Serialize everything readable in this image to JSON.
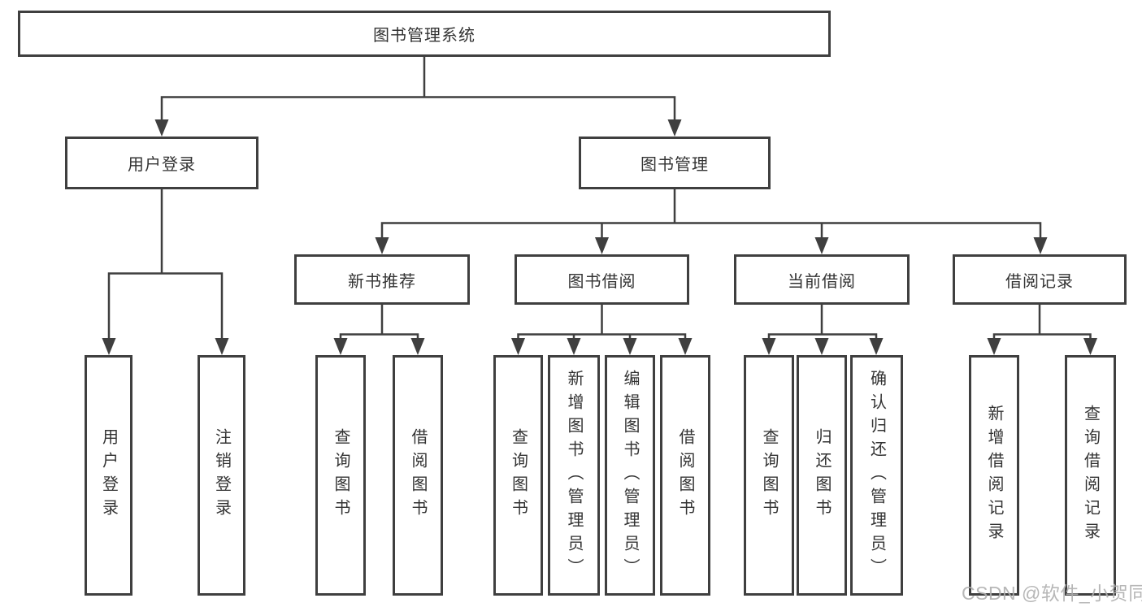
{
  "diagram": {
    "type": "tree",
    "root": {
      "label": "图书管理系统",
      "children": [
        {
          "label": "用户登录",
          "children": [
            {
              "label": "用户登录"
            },
            {
              "label": "注销登录"
            }
          ]
        },
        {
          "label": "图书管理",
          "children": [
            {
              "label": "新书推荐",
              "children": [
                {
                  "label": "查询图书"
                },
                {
                  "label": "借阅图书"
                }
              ]
            },
            {
              "label": "图书借阅",
              "children": [
                {
                  "label": "查询图书"
                },
                {
                  "label": "新增图书（管理员）"
                },
                {
                  "label": "编辑图书（管理员）"
                },
                {
                  "label": "借阅图书"
                }
              ]
            },
            {
              "label": "当前借阅",
              "children": [
                {
                  "label": "查询图书"
                },
                {
                  "label": "归还图书"
                },
                {
                  "label": "确认归还（管理员）"
                }
              ]
            },
            {
              "label": "借阅记录",
              "children": [
                {
                  "label": "新增借阅记录"
                },
                {
                  "label": "查询借阅记录"
                }
              ]
            }
          ]
        }
      ]
    }
  },
  "watermark": {
    "text": "CSDN @软件_小贺同学",
    "color": "#b0b0b0"
  },
  "colors": {
    "line": "#3f3f3f",
    "text": "#333333",
    "background": "#ffffff"
  }
}
